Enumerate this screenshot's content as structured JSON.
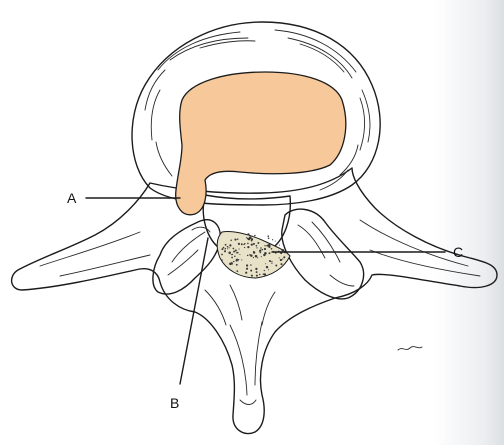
{
  "figure": {
    "labels": {
      "a": "A",
      "b": "B",
      "c": "C"
    },
    "colors": {
      "disc_annulus": "#f6e2b6",
      "nucleus": "#f6c89a",
      "herniation_fragment": "#e8e2c8",
      "outline": "#1c1c1c"
    }
  }
}
